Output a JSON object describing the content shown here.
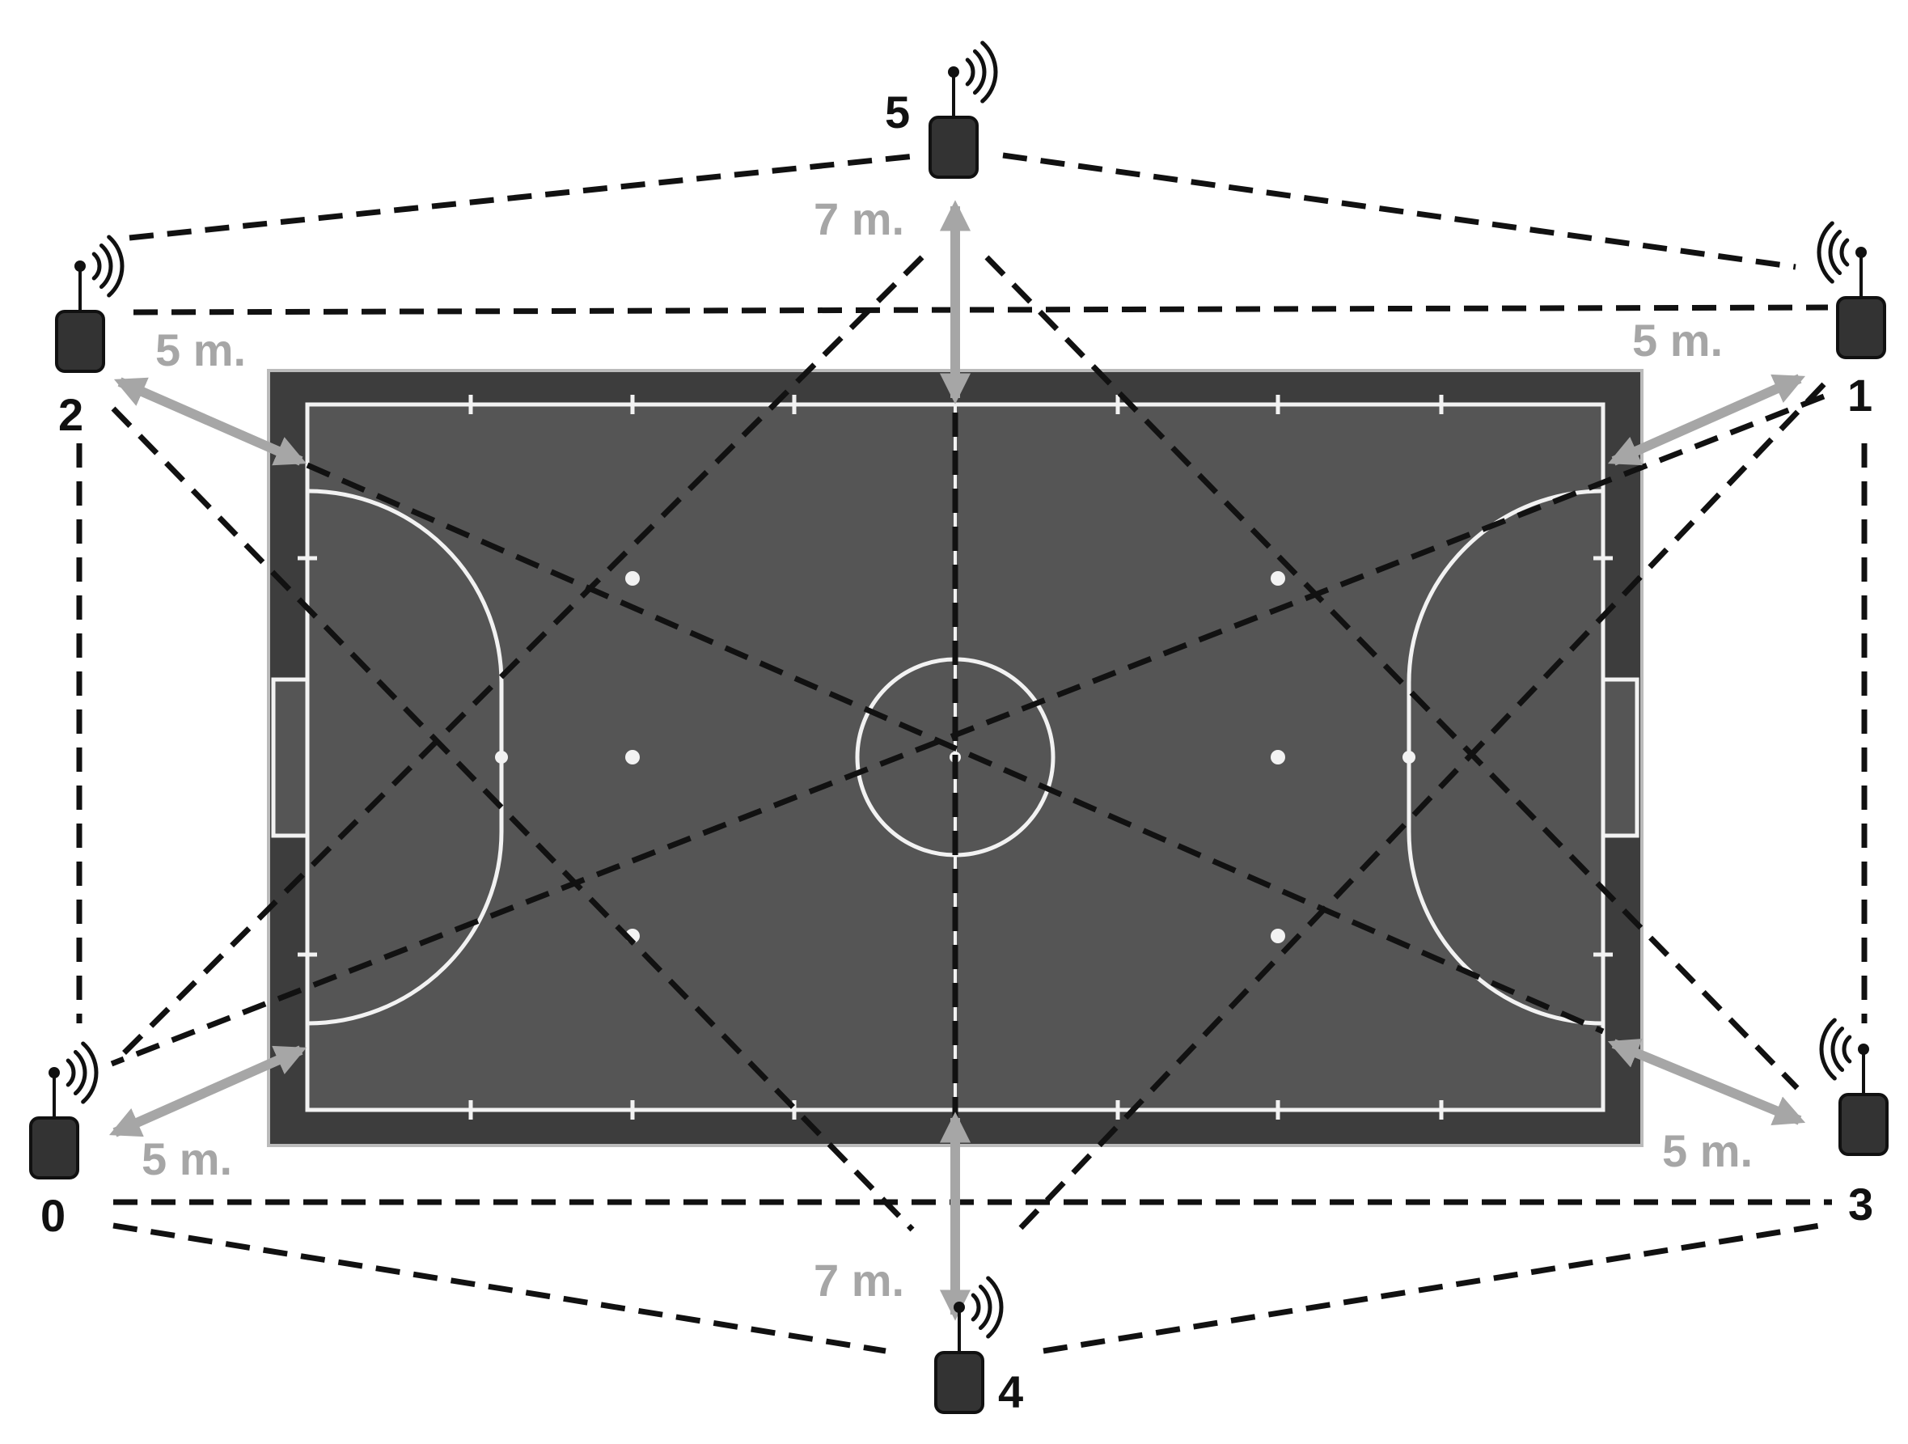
{
  "colors": {
    "background": "#ffffff",
    "court_fill": "#555555",
    "court_border": "#3d3d3d",
    "court_lines": "#f2f2f2",
    "dashed_links": "#111111",
    "distance_arrows": "#a6a6a6",
    "device_body": "#333333",
    "label_text": "#111111"
  },
  "anchors": [
    {
      "id": "0",
      "icon": "wireless-anchor-icon"
    },
    {
      "id": "1",
      "icon": "wireless-anchor-icon"
    },
    {
      "id": "2",
      "icon": "wireless-anchor-icon"
    },
    {
      "id": "3",
      "icon": "wireless-anchor-icon"
    },
    {
      "id": "4",
      "icon": "wireless-anchor-icon"
    },
    {
      "id": "5",
      "icon": "wireless-anchor-icon"
    }
  ],
  "distances": [
    {
      "text": "7 m."
    },
    {
      "text": "5 m."
    },
    {
      "text": "5 m."
    },
    {
      "text": "5 m."
    },
    {
      "text": "5 m."
    },
    {
      "text": "7 m."
    }
  ]
}
